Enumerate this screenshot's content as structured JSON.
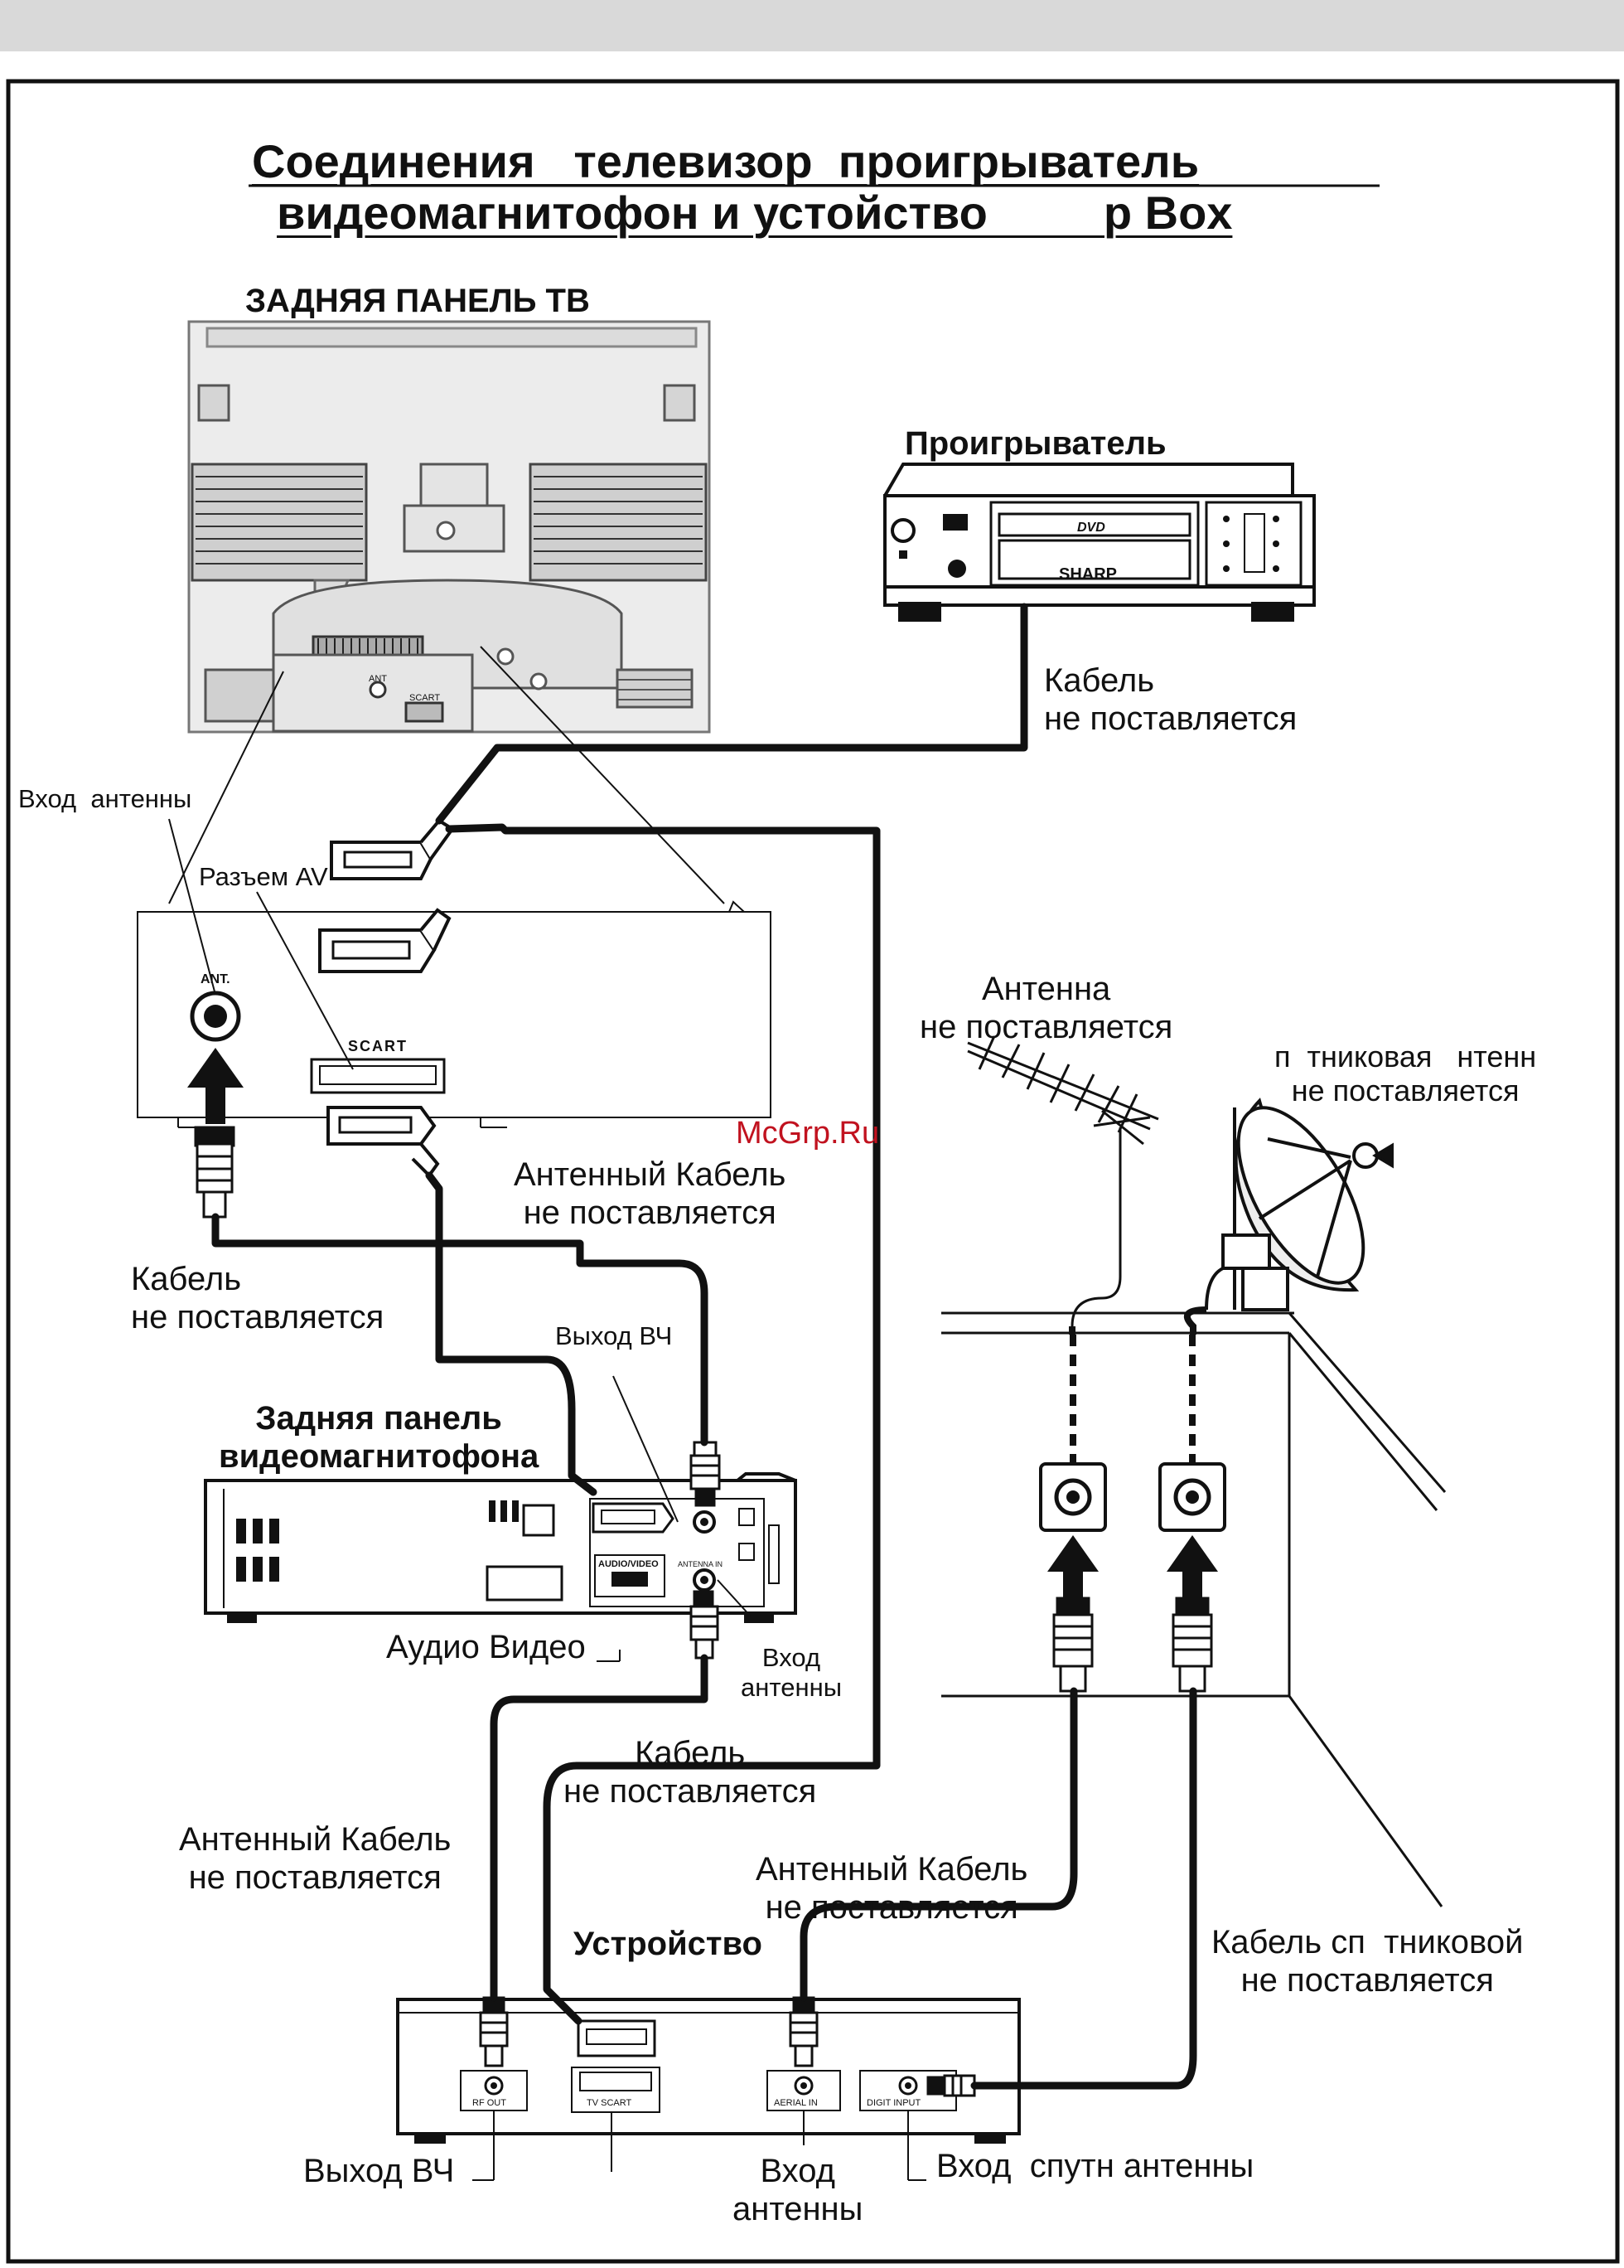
{
  "title": {
    "line1": "Соединения   телевизор  проигрыватель",
    "line2": "видеомагнитофон и устойство         р Box"
  },
  "tv": {
    "label": "ЗАДНЯЯ ПАНЕЛЬ ТВ",
    "ant_port": "ANT",
    "scart_port": "SCART"
  },
  "dvd": {
    "label": "Проигрыватель",
    "brand": "SHARP",
    "format": "DVD"
  },
  "cable_dvd": "Кабель\nне поставляется",
  "antenna_in_left": "Вход  антенны",
  "av_jack": "Разъем AV",
  "connector_panel": {
    "ant_label": "ANT.",
    "scart_label": "SCART"
  },
  "cable_left": "Кабель\nне поставляется",
  "antenna_cable_1": "Антенный Кабель\nне поставляется",
  "rf_out_vcr": "Выход ВЧ",
  "vcr": {
    "label": "Задняя панель\nвидеомагнитофона",
    "audio_video_port": "AUDIO/VIDEO",
    "antenna_in_port": "ANTENNA IN"
  },
  "audio_video": "Аудио Видео",
  "vcr_antenna_in": "Вход\nантенны",
  "cable_middle": "Кабель\nне поставляется",
  "antenna_cable_left": "Антенный Кабель\nне поставляется",
  "antenna_cable_right": "Антенный Кабель\nне поставляется",
  "satellite_cable": "Кабель сп  тниковой\nне поставляется",
  "device": {
    "label": "Устройство",
    "ports": [
      "RF OUT",
      "TV SCART",
      "AERIAL IN",
      "DIGIT INPUT"
    ]
  },
  "bottom": {
    "rf_out": "Выход ВЧ",
    "antenna_in": "Вход\nантенны",
    "sat_in": "Вход  спутн антенны"
  },
  "antenna": "Антенна\nне поставляется",
  "dish": "п  тниковая   нтенн\nне поставляется",
  "watermark": "McGrp.Ru"
}
